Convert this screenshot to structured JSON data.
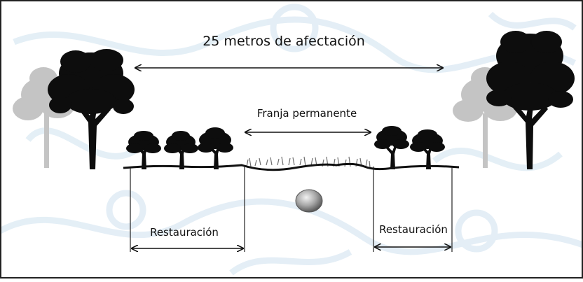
{
  "diagram": {
    "width_label": "25 metros de afectación",
    "permanent_strip_label": "Franja permanente",
    "restoration_left_label": "Restauración",
    "restoration_right_label": "Restauración"
  },
  "colors": {
    "background": "#ffffff",
    "watermark": "#d9e8f2",
    "ink": "#111111",
    "tree_dark": "#0d0d0d",
    "tree_faded": "#c4c4c4",
    "pipe": "#9a9a9a",
    "grass": "#6f6f6f"
  }
}
